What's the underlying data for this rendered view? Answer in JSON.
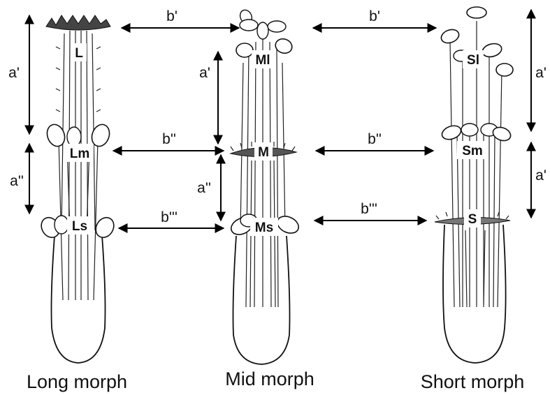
{
  "morphs": [
    {
      "caption": "Long morph",
      "labels": [
        "L",
        "Lm",
        "Ls"
      ]
    },
    {
      "caption": "Mid morph",
      "labels": [
        "Ml",
        "M",
        "Ms"
      ]
    },
    {
      "caption": "Short morph",
      "labels": [
        "Sl",
        "Sm",
        "S"
      ]
    }
  ],
  "distances": {
    "a1": "a'",
    "a2": "a''",
    "b1": "b'",
    "b2": "b''",
    "b3": "b'''"
  }
}
